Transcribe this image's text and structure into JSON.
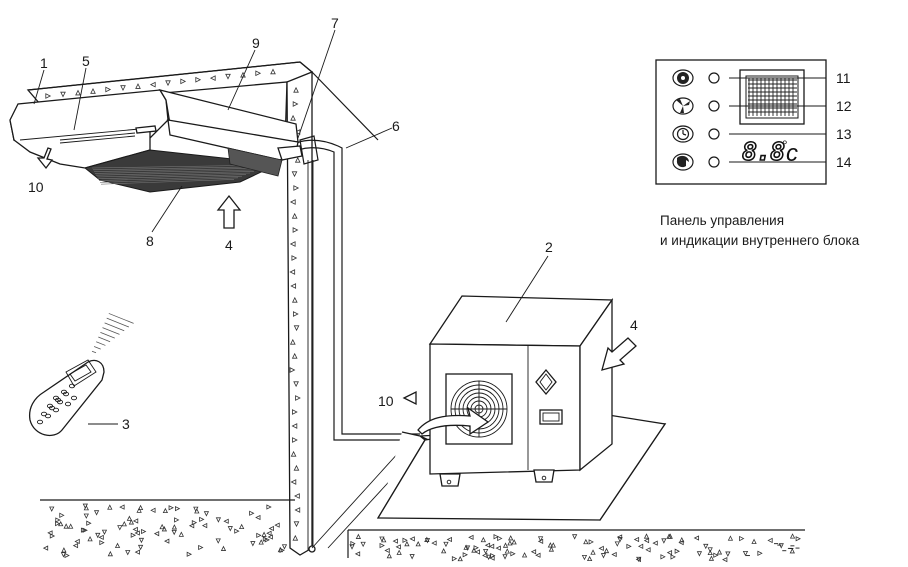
{
  "callouts": {
    "n1": "1",
    "n2": "2",
    "n3": "3",
    "n4a": "4",
    "n4b": "4",
    "n5": "5",
    "n6": "6",
    "n7": "7",
    "n8": "8",
    "n9": "9",
    "n10a": "10",
    "n10b": "10",
    "n11": "11",
    "n12": "12",
    "n13": "13",
    "n14": "14"
  },
  "panel": {
    "caption_line1": "Панель управления",
    "caption_line2": "и индикации внутреннего блока",
    "display_digits": "8.8",
    "display_unit": "c",
    "degree_sign": "°"
  },
  "icons": [
    "fan-mode-icon",
    "swing-fan-icon",
    "timer-clock-icon",
    "defrost-cycle-icon"
  ]
}
